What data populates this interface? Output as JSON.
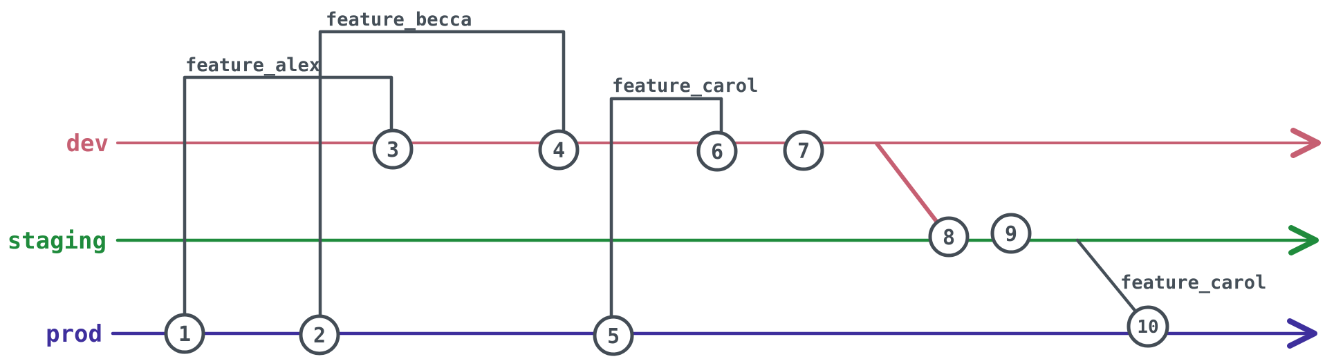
{
  "diagram": {
    "type": "git-branch-graph",
    "colors": {
      "connector": "#454f58",
      "node_stroke": "#434c55",
      "node_fill": "#ffffff",
      "node_text": "#434c55"
    },
    "branches": [
      {
        "name": "dev",
        "color": "#c65f72"
      },
      {
        "name": "staging",
        "color": "#1f8b3c"
      },
      {
        "name": "prod",
        "color": "#3e2f9d"
      }
    ],
    "feature_labels": [
      {
        "text": "feature_alex"
      },
      {
        "text": "feature_becca"
      },
      {
        "text": "feature_carol"
      },
      {
        "text": "feature_carol"
      }
    ],
    "commits": [
      {
        "id": "1",
        "branch": "prod"
      },
      {
        "id": "2",
        "branch": "prod"
      },
      {
        "id": "3",
        "branch": "dev"
      },
      {
        "id": "4",
        "branch": "dev"
      },
      {
        "id": "5",
        "branch": "prod"
      },
      {
        "id": "6",
        "branch": "dev"
      },
      {
        "id": "7",
        "branch": "dev"
      },
      {
        "id": "8",
        "branch": "staging"
      },
      {
        "id": "9",
        "branch": "staging"
      },
      {
        "id": "10",
        "branch": "prod"
      }
    ],
    "feature_branches": [
      {
        "name": "feature_alex",
        "from_commit": "1",
        "to_commit": "3"
      },
      {
        "name": "feature_becca",
        "from_commit": "2",
        "to_commit": "4"
      },
      {
        "name": "feature_carol",
        "from_commit": "5",
        "to_commit": "6"
      },
      {
        "name": "feature_carol",
        "from_branch": "staging",
        "to_commit": "10"
      }
    ],
    "merges": [
      {
        "from_branch": "dev",
        "into_branch": "staging",
        "at_commit": "8"
      },
      {
        "from_branch": "staging",
        "into_branch": "prod",
        "at_commit": "10"
      }
    ]
  }
}
